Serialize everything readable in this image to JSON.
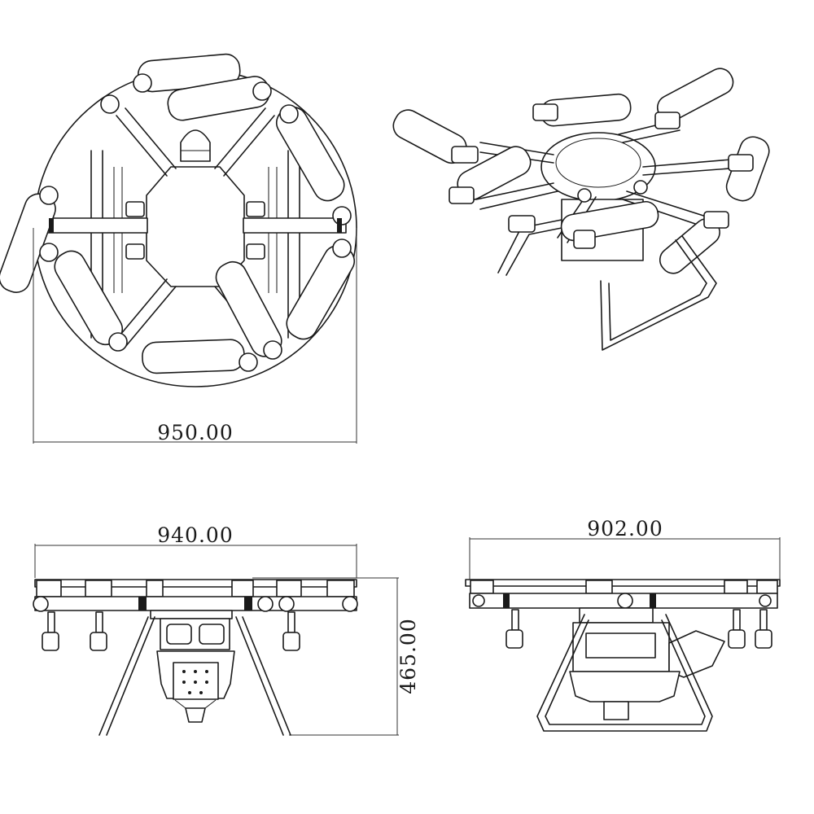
{
  "dimensions": {
    "top_width": "950.00",
    "front_width": "940.00",
    "front_height": "465.00",
    "side_width": "902.00"
  },
  "colors": {
    "line": "#1a1a1a",
    "paper": "#ffffff"
  }
}
